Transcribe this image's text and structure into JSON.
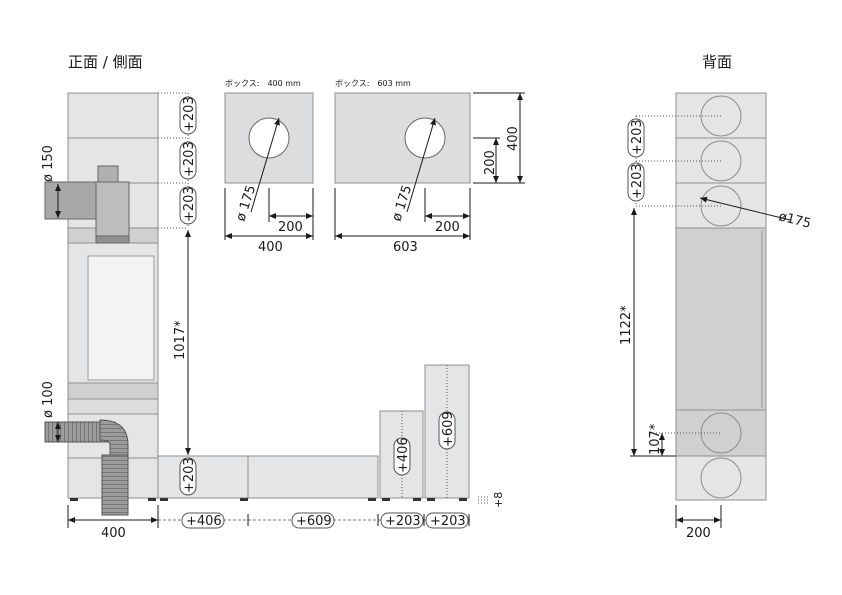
{
  "titles": {
    "front": "正面 / 側面",
    "back": "背面"
  },
  "box_labels": {
    "box400": "ボックス:　400 mm",
    "box603": "ボックス:　603 mm"
  },
  "diameters": {
    "d150": "ø 150",
    "d100": "ø 100",
    "d175a": "ø 175",
    "d175b": "ø 175",
    "d175c": "ø175"
  },
  "dims": {
    "plus203": "+203",
    "plus406": "+406",
    "plus609": "+609",
    "w400": "400",
    "w603": "603",
    "w200": "200",
    "h400": "400",
    "h1017": "1017*",
    "h1122": "1122*",
    "h107": "107*",
    "plus8": "+8"
  }
}
